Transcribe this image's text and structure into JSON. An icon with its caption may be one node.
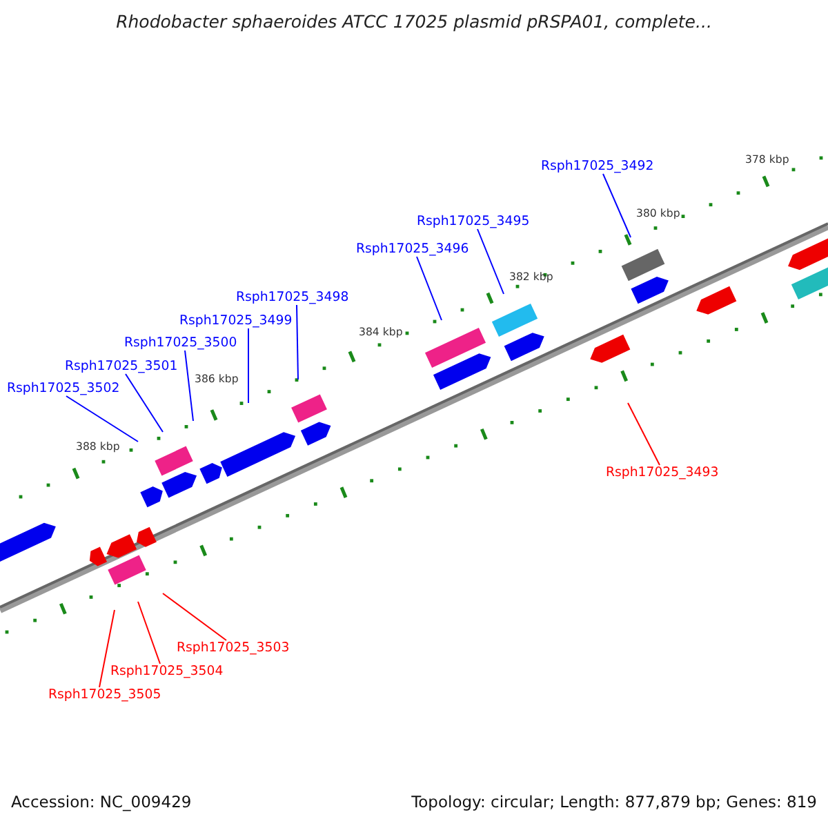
{
  "diagram": {
    "title": "Rhodobacter sphaeroides ATCC 17025 plasmid pRSPA01, complete...",
    "nodes": [
      {
        "text": [
          "Rsph17025_3492"
        ]
      },
      {
        "text": [
          "Rsph17025_3495"
        ]
      },
      {
        "text": [
          "Rsph17025_3496"
        ]
      },
      {
        "text": [
          "Rsph17025_3498"
        ]
      },
      {
        "text": [
          "Rsph17025_3499"
        ]
      },
      {
        "text": [
          "Rsph17025_3500"
        ]
      },
      {
        "text": [
          "Rsph17025_3501"
        ]
      },
      {
        "text": [
          "Rsph17025_3502"
        ]
      },
      {
        "text": [
          "Rsph17025_3493"
        ]
      },
      {
        "text": [
          "Rsph17025_3503"
        ]
      },
      {
        "text": [
          "Rsph17025_3504"
        ]
      },
      {
        "text": [
          "Rsph17025_3505"
        ]
      }
    ],
    "edges": [
      {
        "from": 0,
        "to": null,
        "arrow": "none"
      },
      {
        "from": 1,
        "to": null,
        "arrow": "none"
      },
      {
        "from": 2,
        "to": null,
        "arrow": "none"
      },
      {
        "from": 3,
        "to": null,
        "arrow": "none"
      },
      {
        "from": 4,
        "to": null,
        "arrow": "none"
      },
      {
        "from": 5,
        "to": null,
        "arrow": "none"
      },
      {
        "from": 6,
        "to": null,
        "arrow": "none"
      },
      {
        "from": 7,
        "to": null,
        "arrow": "none"
      },
      {
        "from": 8,
        "to": null,
        "arrow": "none",
        "color": "#ff0000"
      },
      {
        "from": 9,
        "to": null,
        "arrow": "none",
        "color": "#ff0000"
      },
      {
        "from": 10,
        "to": null,
        "arrow": "none",
        "color": "#ff0000"
      },
      {
        "from": 11,
        "to": null,
        "arrow": "none",
        "color": "#ff0000"
      }
    ],
    "labels": [
      "378 kbp",
      "380 kbp",
      "382 kbp",
      "384 kbp",
      "386 kbp",
      "388 kbp",
      "Accession: NC_009429",
      "Topology: circular; Length: 877,879 bp; Genes: 819"
    ]
  }
}
